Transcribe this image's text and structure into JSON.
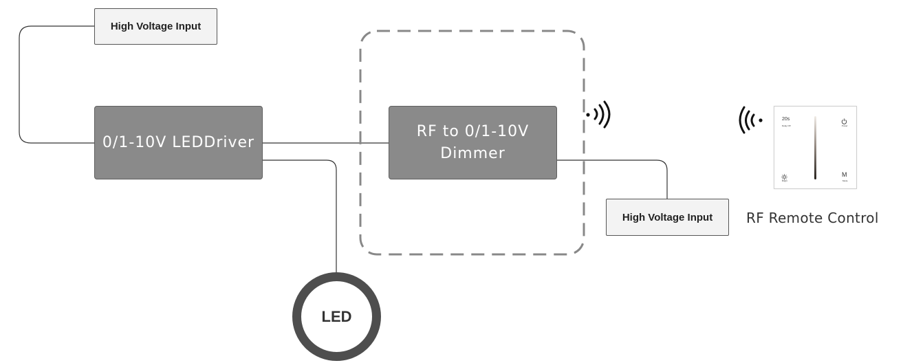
{
  "nodes": {
    "hv_input_top": "High Voltage Input",
    "led_driver": "0/1-10V LEDDriver",
    "dimmer_line1": "RF to 0/1-10V",
    "dimmer_line2": "Dimmer",
    "hv_input_right": "High Voltage Input",
    "led": "LED",
    "remote_caption": "RF Remote Control"
  },
  "remote_panel": {
    "timer_value": "20s",
    "timer_label": "Delay Off",
    "power_label": "Power",
    "brightness_label": "Bright",
    "mode_symbol": "M",
    "mode_label": "Mode"
  },
  "icons": {
    "wireless_out": "wireless-signal-right-icon",
    "wireless_in": "wireless-signal-left-icon",
    "power": "power-icon",
    "brightness": "sun-icon"
  },
  "colors": {
    "dark_box": "#8a8a8a",
    "light_box": "#f3f3f3",
    "line": "#333333",
    "dashed_group": "#888888"
  }
}
